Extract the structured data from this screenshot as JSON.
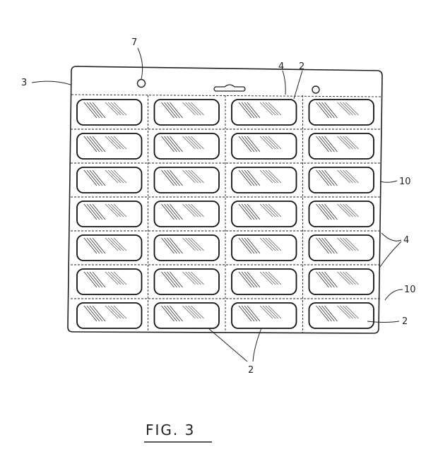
{
  "figure": {
    "caption": "FIG.  3",
    "grid": {
      "columns": 4,
      "rows": 7
    },
    "reference_labels": [
      {
        "id": "hole",
        "text": "7"
      },
      {
        "id": "perforation-top",
        "text": "4"
      },
      {
        "id": "blister-top",
        "text": "2"
      },
      {
        "id": "card",
        "text": "3"
      },
      {
        "id": "tear-line-upper",
        "text": "10"
      },
      {
        "id": "perforation-right",
        "text": "4"
      },
      {
        "id": "tear-line-lower",
        "text": "10"
      },
      {
        "id": "blister-right",
        "text": "2"
      },
      {
        "id": "blister-bottom",
        "text": "2"
      }
    ]
  }
}
